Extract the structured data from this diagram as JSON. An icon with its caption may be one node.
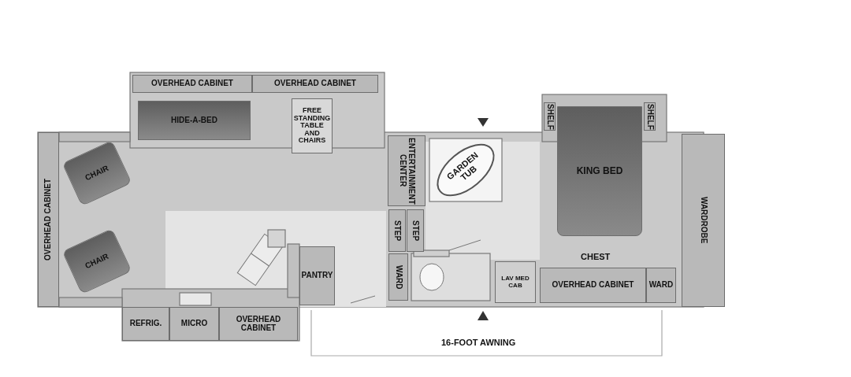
{
  "diagram": {
    "nodes": [
      {
        "text": [
          "OVERHEAD CABINET"
        ]
      },
      {
        "text": [
          "OVERHEAD CABINET"
        ]
      },
      {
        "text": [
          "HIDE-A-BED"
        ]
      },
      {
        "text": [
          "FREE STANDING TABLE AND CHAIRS"
        ]
      },
      {
        "text": [
          "OVERHEAD CABINET"
        ]
      },
      {
        "text": [
          "CHAIR"
        ]
      },
      {
        "text": [
          "CHAIR"
        ]
      },
      {
        "text": [
          "REFRIG."
        ]
      },
      {
        "text": [
          "MICRO"
        ]
      },
      {
        "text": [
          "OVERHEAD CABINET"
        ]
      },
      {
        "text": [
          "PANTRY"
        ]
      },
      {
        "text": [
          "ENTERTAINMENT CENTER"
        ]
      },
      {
        "text": [
          "GARDEN TUB"
        ]
      },
      {
        "text": [
          "STEP"
        ]
      },
      {
        "text": [
          "STEP"
        ]
      },
      {
        "text": [
          "WARD"
        ]
      },
      {
        "text": [
          "LAV MED CAB"
        ]
      },
      {
        "text": [
          "SHELF"
        ]
      },
      {
        "text": [
          "KING BED"
        ]
      },
      {
        "text": [
          "SHELF"
        ]
      },
      {
        "text": [
          "WARDROBE"
        ]
      },
      {
        "text": [
          "OVERHEAD CABINET"
        ]
      },
      {
        "text": [
          "WARD"
        ]
      }
    ],
    "labels": [
      "CHEST",
      "16-FOOT AWNING"
    ]
  }
}
